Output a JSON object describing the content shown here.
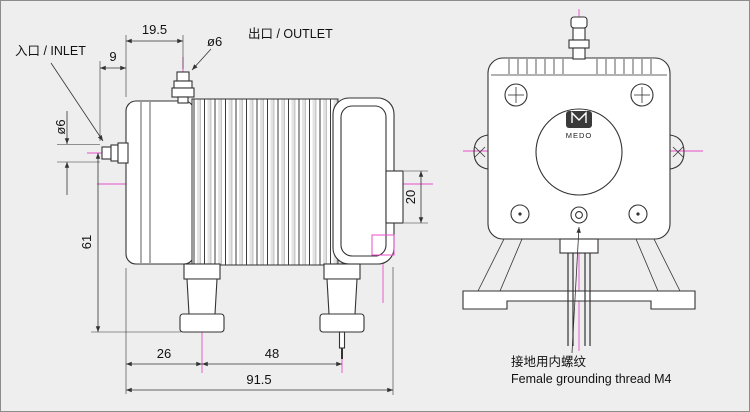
{
  "page": {
    "background": "#eeeeee",
    "line_color": "#333333",
    "centerline_color": "#e84fc9"
  },
  "left_view": {
    "inlet_label": "入口 / INLET",
    "outlet_label": "出口 / OUTLET",
    "outlet_dia": "ø6",
    "inlet_dia": "ø6",
    "dim_outlet_offset": "19.5",
    "dim_inlet_length": "9",
    "dim_center_height": "61",
    "dim_port_height": "20",
    "dim_foot_offset": "26",
    "dim_foot_pitch": "48",
    "dim_total_length": "91.5"
  },
  "right_view": {
    "logo_text": "MEDO",
    "grounding_cn": "接地用内螺纹",
    "grounding_en": "Female grounding thread M4"
  }
}
